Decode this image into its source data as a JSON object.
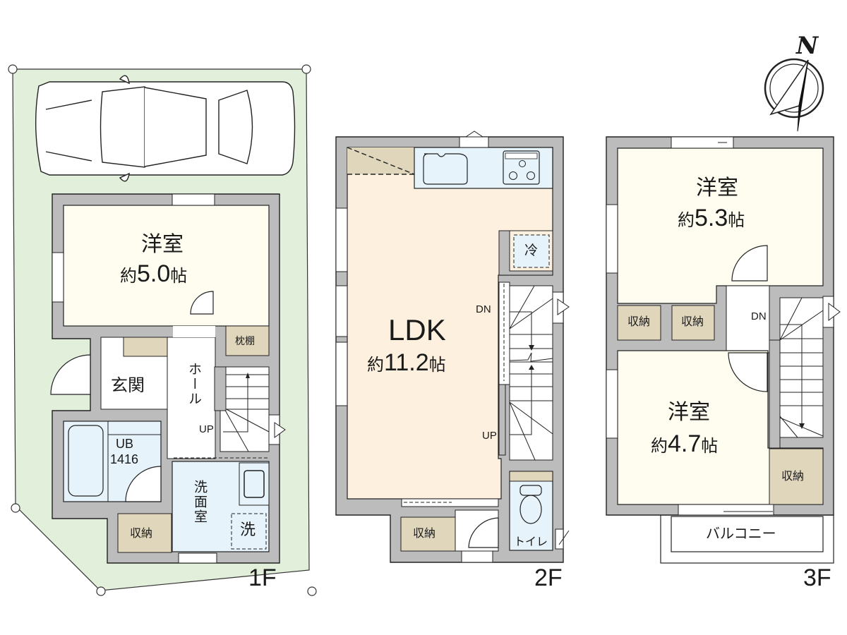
{
  "colors": {
    "wall": "#bcbcbc",
    "outline": "#222222",
    "lot": "#e2efdb",
    "western_room": "#fffdf0",
    "ldk": "#fdf0de",
    "storage": "#e0d6bc",
    "wet_area": "#e6f3fb",
    "floor_white": "#ffffff"
  },
  "floors": {
    "f1": {
      "label": "1F",
      "rooms": {
        "western": {
          "name": "洋室",
          "size_prefix": "約",
          "size": "5.0",
          "unit": "帖"
        },
        "pillow_shelf": "枕棚",
        "entrance": "玄関",
        "hall": "ホール",
        "stairs_up": "UP",
        "bath": {
          "name": "UB",
          "code": "1416"
        },
        "washroom": "洗面室",
        "washer": "洗",
        "storage": "収納"
      }
    },
    "f2": {
      "label": "2F",
      "rooms": {
        "ldk": {
          "name": "LDK",
          "size_prefix": "約",
          "size": "11.2",
          "unit": "帖"
        },
        "fridge": "冷",
        "stairs_dn": "DN",
        "stairs_up": "UP",
        "storage": "収納",
        "toilet": "トイレ"
      }
    },
    "f3": {
      "label": "3F",
      "rooms": {
        "western_north": {
          "name": "洋室",
          "size_prefix": "約",
          "size": "5.3",
          "unit": "帖"
        },
        "western_south": {
          "name": "洋室",
          "size_prefix": "約",
          "size": "4.7",
          "unit": "帖"
        },
        "storage_1": "収納",
        "storage_2": "収納",
        "storage_3": "収納",
        "stairs_dn": "DN",
        "balcony": "バルコニー"
      }
    }
  },
  "compass": {
    "label": "N"
  }
}
